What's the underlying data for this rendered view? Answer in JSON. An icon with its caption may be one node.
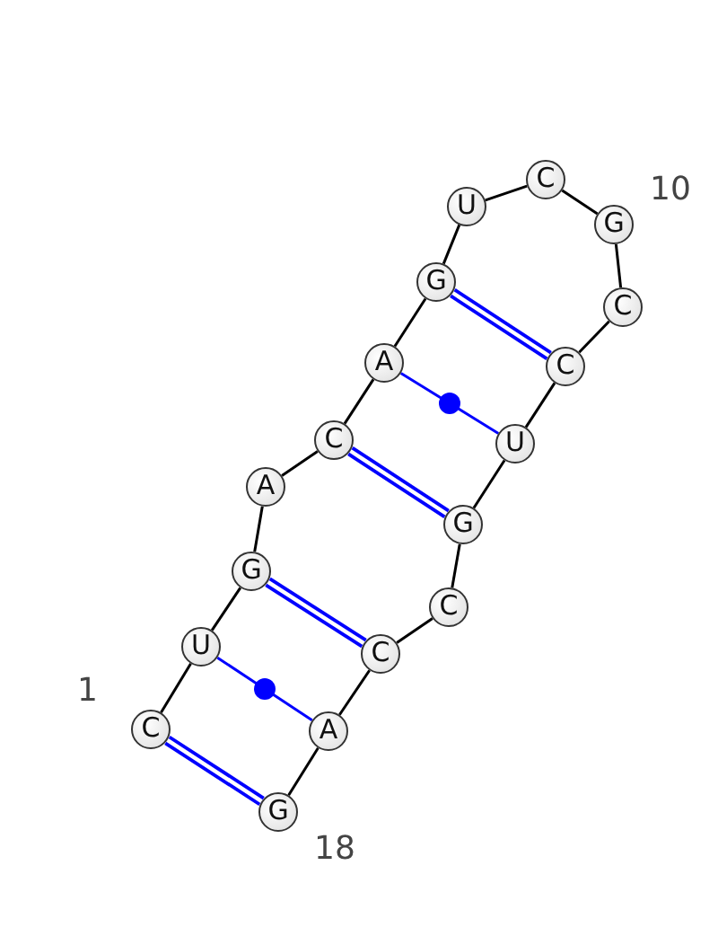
{
  "diagram": {
    "nodes": [
      {
        "text": [
          "C"
        ]
      },
      {
        "text": [
          "U"
        ]
      },
      {
        "text": [
          "G"
        ]
      },
      {
        "text": [
          "A"
        ]
      },
      {
        "text": [
          "C"
        ]
      },
      {
        "text": [
          "A"
        ]
      },
      {
        "text": [
          "G"
        ]
      },
      {
        "text": [
          "U"
        ]
      },
      {
        "text": [
          "C"
        ]
      },
      {
        "text": [
          "G"
        ]
      },
      {
        "text": [
          "C"
        ]
      },
      {
        "text": [
          "C"
        ]
      },
      {
        "text": [
          "U"
        ]
      },
      {
        "text": [
          "G"
        ]
      },
      {
        "text": [
          "C"
        ]
      },
      {
        "text": [
          "C"
        ]
      },
      {
        "text": [
          "A"
        ]
      },
      {
        "text": [
          "G"
        ]
      }
    ],
    "edges": [
      {
        "from": 0,
        "to": 1,
        "arrow": "none"
      },
      {
        "from": 1,
        "to": 2,
        "arrow": "none"
      },
      {
        "from": 2,
        "to": 3,
        "arrow": "none"
      },
      {
        "from": 3,
        "to": 4,
        "arrow": "none"
      },
      {
        "from": 4,
        "to": 5,
        "arrow": "none"
      },
      {
        "from": 5,
        "to": 6,
        "arrow": "none"
      },
      {
        "from": 6,
        "to": 7,
        "arrow": "none"
      },
      {
        "from": 7,
        "to": 8,
        "arrow": "none"
      },
      {
        "from": 8,
        "to": 9,
        "arrow": "none"
      },
      {
        "from": 9,
        "to": 10,
        "arrow": "none"
      },
      {
        "from": 10,
        "to": 11,
        "arrow": "none"
      },
      {
        "from": 11,
        "to": 12,
        "arrow": "none"
      },
      {
        "from": 12,
        "to": 13,
        "arrow": "none"
      },
      {
        "from": 13,
        "to": 14,
        "arrow": "none"
      },
      {
        "from": 14,
        "to": 15,
        "arrow": "none"
      },
      {
        "from": 15,
        "to": 16,
        "arrow": "none"
      },
      {
        "from": 16,
        "to": 17,
        "arrow": "none"
      },
      {
        "from": 0,
        "to": 17,
        "arrow": "none",
        "style": "thick",
        "color": "#0000ff"
      },
      {
        "from": 1,
        "to": 16,
        "arrow": "none",
        "color": "#0000ff"
      },
      {
        "from": 2,
        "to": 15,
        "arrow": "none",
        "style": "thick",
        "color": "#0000ff"
      },
      {
        "from": 4,
        "to": 13,
        "arrow": "none",
        "style": "thick",
        "color": "#0000ff"
      },
      {
        "from": 5,
        "to": 12,
        "arrow": "none",
        "color": "#0000ff"
      },
      {
        "from": 6,
        "to": 11,
        "arrow": "none",
        "style": "thick",
        "color": "#0000ff"
      }
    ],
    "labels": [
      "10",
      "1",
      "18"
    ]
  }
}
